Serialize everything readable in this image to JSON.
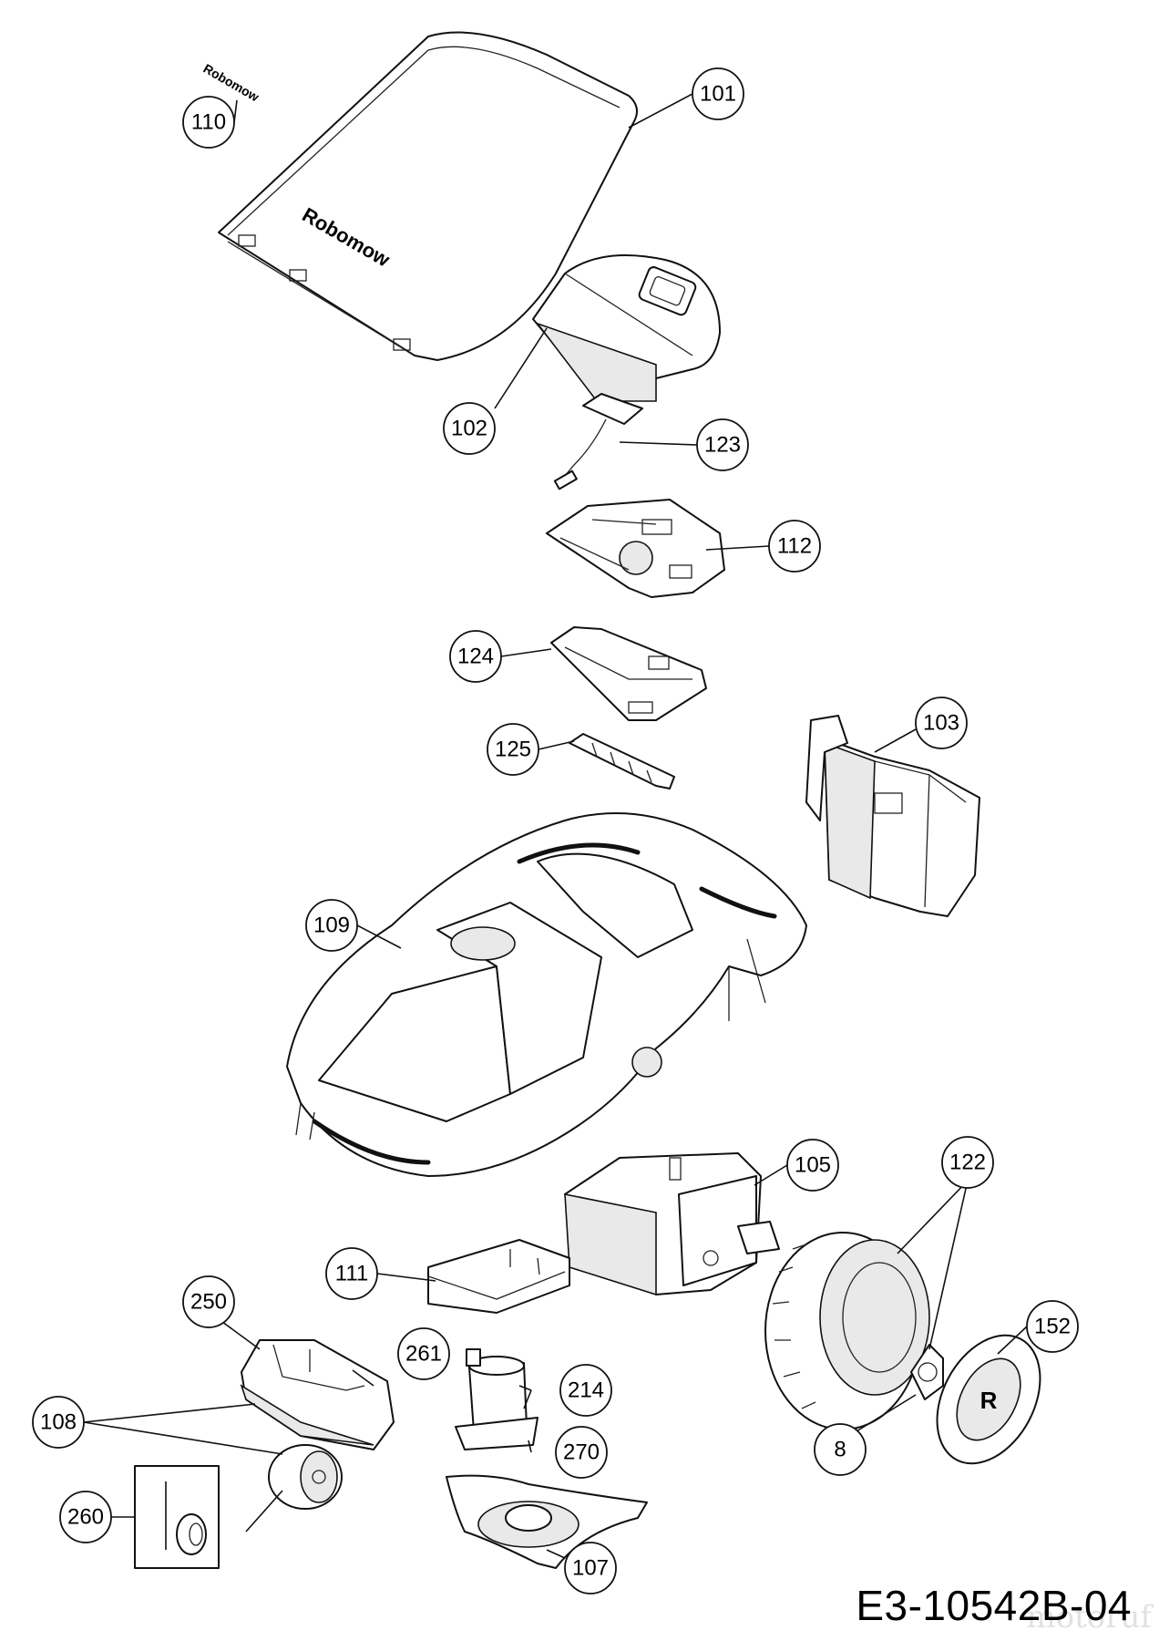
{
  "diagram": {
    "drawing_id": "E3-10542B-04",
    "watermark": "motoruf",
    "cover_branding": "Robomow",
    "callouts": [
      {
        "label": "101",
        "name": "callout-101"
      },
      {
        "label": "110",
        "name": "callout-110"
      },
      {
        "label": "102",
        "name": "callout-102"
      },
      {
        "label": "123",
        "name": "callout-123"
      },
      {
        "label": "112",
        "name": "callout-112"
      },
      {
        "label": "124",
        "name": "callout-124"
      },
      {
        "label": "103",
        "name": "callout-103"
      },
      {
        "label": "125",
        "name": "callout-125"
      },
      {
        "label": "109",
        "name": "callout-109"
      },
      {
        "label": "105",
        "name": "callout-105"
      },
      {
        "label": "122",
        "name": "callout-122"
      },
      {
        "label": "111",
        "name": "callout-111"
      },
      {
        "label": "250",
        "name": "callout-250"
      },
      {
        "label": "261",
        "name": "callout-261"
      },
      {
        "label": "152",
        "name": "callout-152"
      },
      {
        "label": "214",
        "name": "callout-214"
      },
      {
        "label": "108",
        "name": "callout-108"
      },
      {
        "label": "270",
        "name": "callout-270"
      },
      {
        "label": "8",
        "name": "callout-8"
      },
      {
        "label": "260",
        "name": "callout-260"
      },
      {
        "label": "107",
        "name": "callout-107"
      }
    ]
  }
}
